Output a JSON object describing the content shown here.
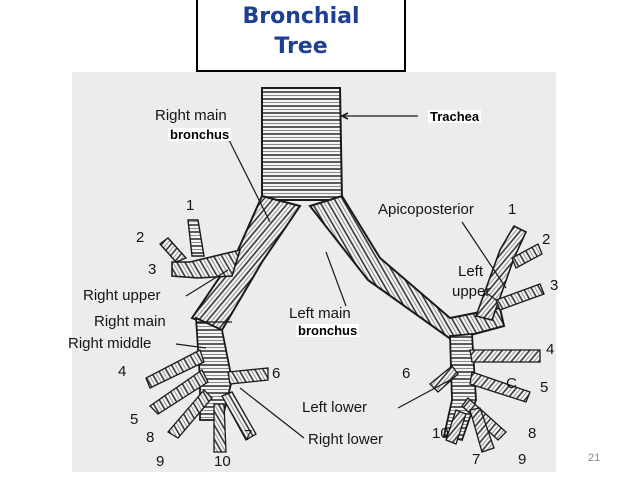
{
  "title": {
    "line1": "Bronchial",
    "line2": "Tree"
  },
  "labels": {
    "trachea": "Trachea",
    "right_main_bronchus_top": "Right main",
    "bronchus_overlay_1": "bronchus",
    "apicoposterior": "Apicoposterior",
    "left_upper_a": "Left",
    "left_upper_b": "upper",
    "right_upper": "Right upper",
    "right_main": "Right main",
    "right_middle": "Right middle",
    "left_main": "Left main",
    "bronchus_overlay_2": "bronchus",
    "left_lower": "Left lower",
    "right_lower": "Right lower",
    "c": "C"
  },
  "numbers": {
    "r1": "1",
    "r2": "2",
    "r3": "3",
    "r4": "4",
    "r5": "5",
    "r6": "6",
    "r7": "7",
    "r8": "8",
    "r9": "9",
    "r10": "10",
    "l1": "1",
    "l2": "2",
    "l3": "3",
    "l4": "4",
    "l5": "5",
    "l6": "6",
    "l7": "7",
    "l8": "8",
    "l9": "9",
    "l10": "10"
  },
  "page_number": "21",
  "colors": {
    "title": "#1f3f93",
    "ink": "#151515",
    "scan_bg": "#ececec"
  }
}
